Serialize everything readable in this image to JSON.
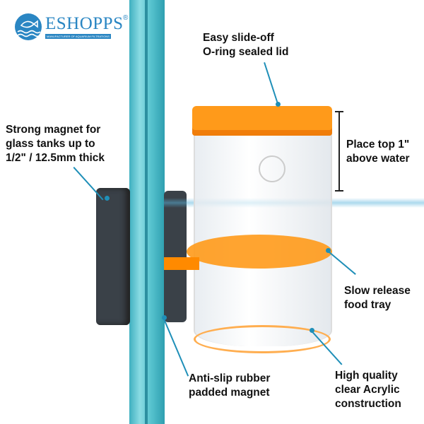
{
  "brand": {
    "name": "ESHOPPS",
    "registered": "®",
    "tagline": "MANUFACTURER OF AQUARIUM FILTRATIONS",
    "logo_icon": "fish-waves-logo",
    "color": "#2a86c3"
  },
  "callouts": {
    "lid": [
      "Easy slide-off",
      "O-ring sealed lid"
    ],
    "magnet": [
      "Strong magnet for",
      "glass tanks up to",
      "1/2\" / 12.5mm thick"
    ],
    "placement": [
      "Place top 1\"",
      "above water"
    ],
    "tray": [
      "Slow release",
      "food tray"
    ],
    "rubber": [
      "Anti-slip rubber",
      "padded magnet"
    ],
    "acrylic": [
      "High quality",
      "clear Acrylic",
      "construction"
    ]
  },
  "colors": {
    "accent_line": "#1f8fb8",
    "orange": "#ff9a1a",
    "glass": "#5cc3cf",
    "magnet": "#3a4148"
  }
}
